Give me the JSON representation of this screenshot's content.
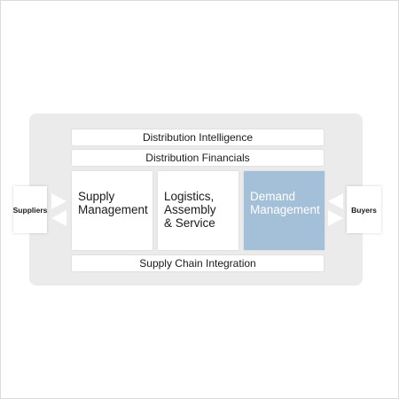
{
  "bars": {
    "distribution_intelligence": "Distribution Intelligence",
    "distribution_financials": "Distribution Financials",
    "supply_chain_integration": "Supply Chain Integration"
  },
  "boxes": {
    "supply_management": [
      "Supply",
      "Management"
    ],
    "logistics": [
      "Logistics,",
      "Assembly",
      "& Service"
    ],
    "demand_management": [
      "Demand",
      "Management"
    ]
  },
  "sides": {
    "suppliers": "Suppliers",
    "buyers": "Buyers"
  },
  "colors": {
    "panel_background": "#ebebeb",
    "demand_highlight": "#a4bfd8",
    "box_background": "#ffffff"
  }
}
